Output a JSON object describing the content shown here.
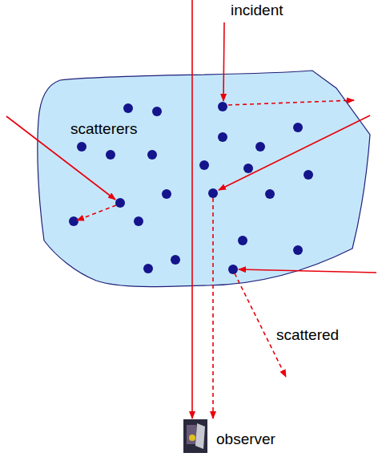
{
  "diagram": {
    "nodes": [
      {
        "text": [
          "scatterers"
        ]
      }
    ],
    "labels": [
      "incident",
      "scattered",
      "observer"
    ]
  }
}
